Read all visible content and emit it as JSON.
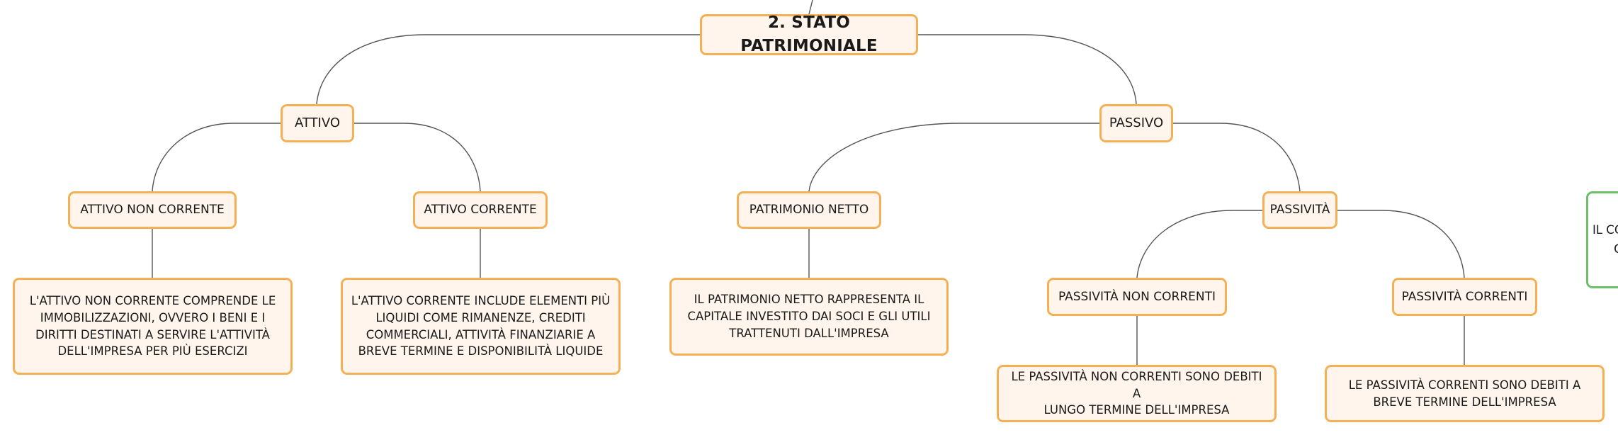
{
  "diagram": {
    "root": {
      "label": "2. STATO PATRIMONIALE"
    },
    "attivo": {
      "label": "ATTIVO",
      "non_corrente": {
        "label": "ATTIVO NON CORRENTE",
        "desc_lines": [
          "L'ATTIVO NON CORRENTE COMPRENDE LE",
          "IMMOBILIZZAZIONI, OVVERO I BENI E I",
          "DIRITTI DESTINATI A SERVIRE L'ATTIVITÀ",
          "DELL'IMPRESA PER PIÙ ESERCIZI"
        ]
      },
      "corrente": {
        "label": "ATTIVO CORRENTE",
        "desc_lines": [
          "L'ATTIVO CORRENTE INCLUDE ELEMENTI PIÙ",
          "LIQUIDI COME RIMANENZE, CREDITI",
          "COMMERCIALI, ATTIVITÀ FINANZIARIE A",
          "BREVE TERMINE E DISPONIBILITÀ LIQUIDE"
        ]
      }
    },
    "passivo": {
      "label": "PASSIVO",
      "patrimonio_netto": {
        "label": "PATRIMONIO NETTO",
        "desc_lines": [
          "IL PATRIMONIO NETTO RAPPRESENTA IL",
          "CAPITALE INVESTITO DAI SOCI E GLI UTILI",
          "TRATTENUTI DALL'IMPRESA"
        ]
      },
      "passivita": {
        "label": "PASSIVITÀ",
        "non_correnti": {
          "label": "PASSIVITÀ NON CORRENTI",
          "desc_lines": [
            "LE PASSIVITÀ NON CORRENTI SONO DEBITI A",
            "LUNGO TERMINE DELL'IMPRESA"
          ]
        },
        "correnti": {
          "label": "PASSIVITÀ CORRENTI",
          "desc_lines": [
            "LE PASSIVITÀ CORRENTI SONO DEBITI A",
            "BREVE TERMINE DELL'IMPRESA"
          ]
        }
      }
    },
    "side_partial": {
      "lines": [
        "IL CO",
        "C"
      ]
    },
    "colors": {
      "node_border": "#f4b055",
      "node_fill": "#fff5ec",
      "side_border": "#6cc06a",
      "edge": "#555555"
    }
  }
}
